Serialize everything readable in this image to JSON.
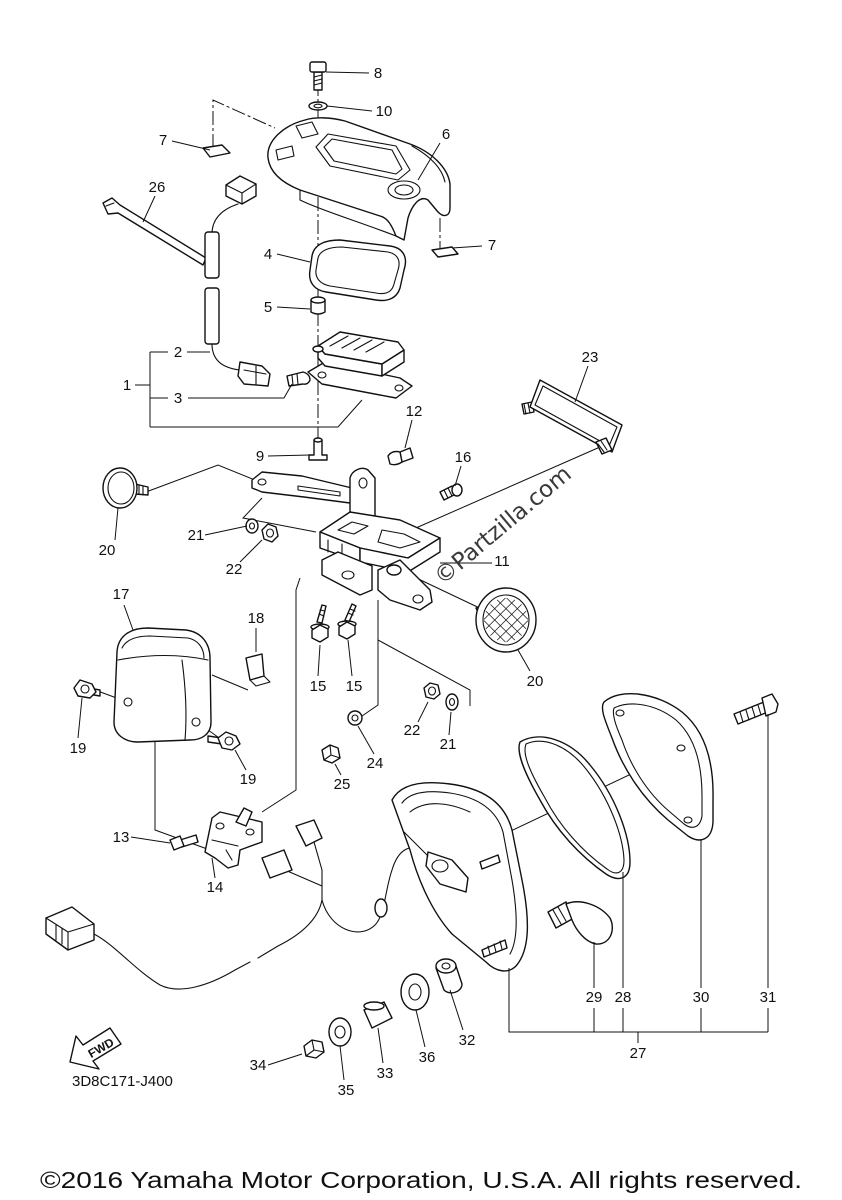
{
  "callouts": [
    "8",
    "10",
    "7",
    "6",
    "26",
    "4",
    "5",
    "2",
    "1",
    "3",
    "23",
    "7",
    "12",
    "9",
    "16",
    "21",
    "22",
    "20",
    "11",
    "17",
    "18",
    "20",
    "15",
    "15",
    "22",
    "21",
    "19",
    "19",
    "24",
    "25",
    "13",
    "14",
    "29",
    "28",
    "30",
    "31",
    "27",
    "32",
    "36",
    "33",
    "34",
    "35"
  ],
  "figure_code": "3D8C171-J400",
  "fwd_label": "FWD",
  "watermark": "©Partzilla.com",
  "copyright": "©2016 Yamaha Motor Corporation, U.S.A. All rights reserved."
}
